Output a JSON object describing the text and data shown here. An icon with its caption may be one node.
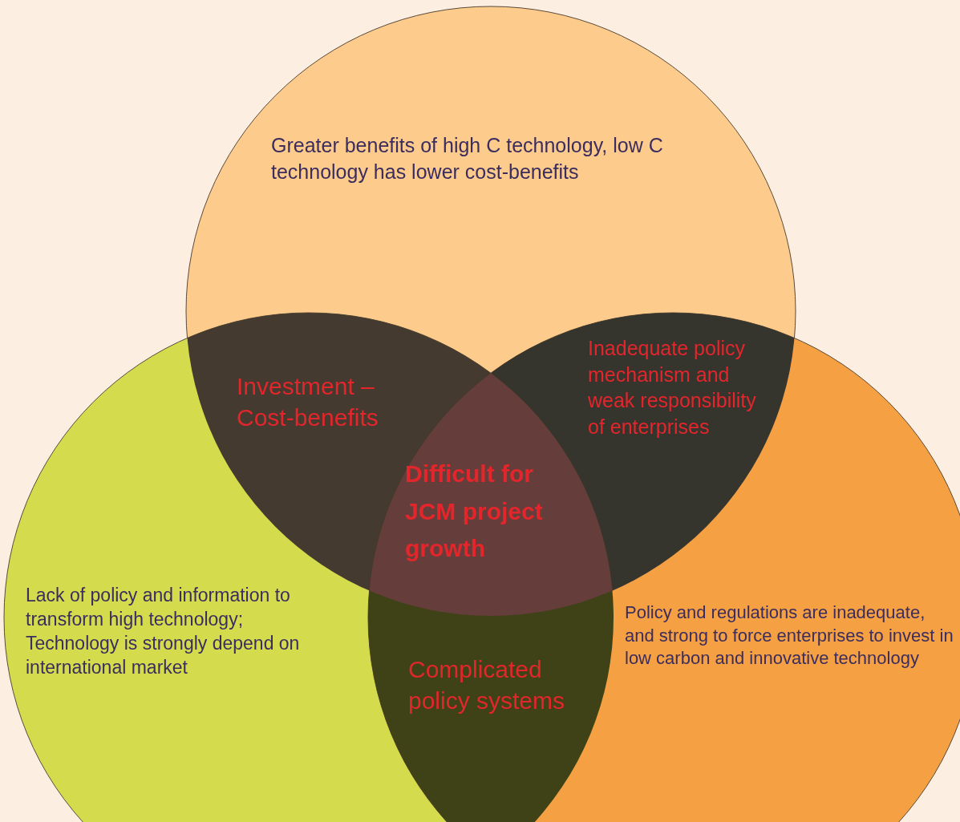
{
  "diagram": {
    "nodes": [
      {
        "text": [
          "Greater benefits of high C technology, low C technology has lower cost-benefits"
        ]
      },
      {
        "text": [
          "Lack of policy and information to transform high technology; Technology is strongly depend on international market"
        ]
      },
      {
        "text": [
          "Policy and regulations are inadequate, and strong to force enterprises to invest in low carbon and innovative technology"
        ]
      },
      {
        "text": [
          "Investment – Cost-benefits"
        ]
      },
      {
        "text": [
          "Inadequate policy mechanism and weak responsibility of enterprises"
        ]
      },
      {
        "text": [
          "Difficult for JCM project growth"
        ]
      },
      {
        "text": [
          "Complicated policy systems"
        ]
      }
    ]
  }
}
